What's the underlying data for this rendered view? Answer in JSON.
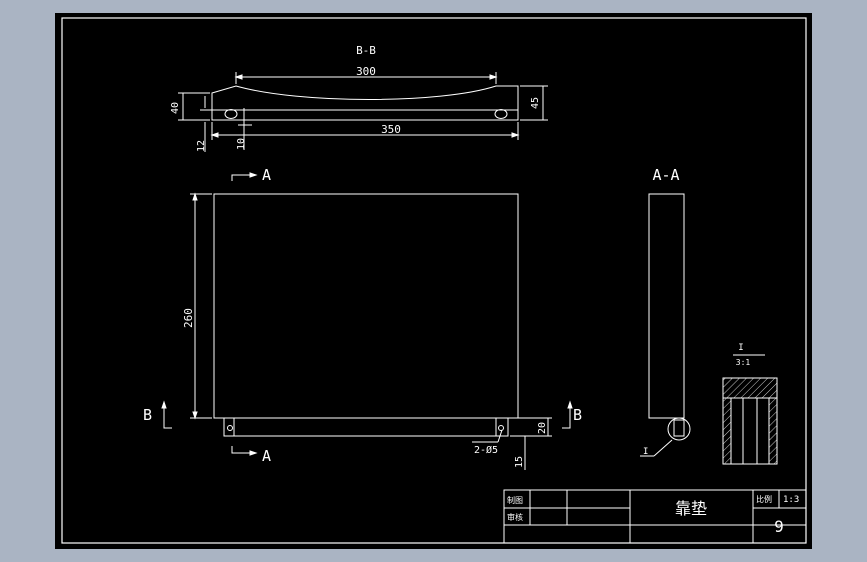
{
  "drawing": {
    "background_color": "#aab4c3",
    "paper_color": "#000000",
    "line_color": "#ffffff"
  },
  "section_bb": {
    "title": "B-B",
    "dim_300": "300",
    "dim_350": "350",
    "dim_40": "40",
    "dim_45": "45",
    "dim_12": "12",
    "dim_10": "10"
  },
  "front_view": {
    "cut_label_top": "A",
    "cut_label_bottom": "A",
    "cut_label_left": "B",
    "cut_label_right": "B",
    "dim_260": "260",
    "dim_20": "20",
    "dim_15": "15",
    "hole_note": "2-Ø5"
  },
  "section_aa": {
    "title": "A-A",
    "detail_callout": "I"
  },
  "detail_view": {
    "label": "I",
    "scale": "3:1"
  },
  "title_block": {
    "drawn_label": "制图",
    "checked_label": "审核",
    "part_name": "靠垫",
    "scale_label": "比例",
    "scale_value": "1:3",
    "sheet_number": "9"
  }
}
